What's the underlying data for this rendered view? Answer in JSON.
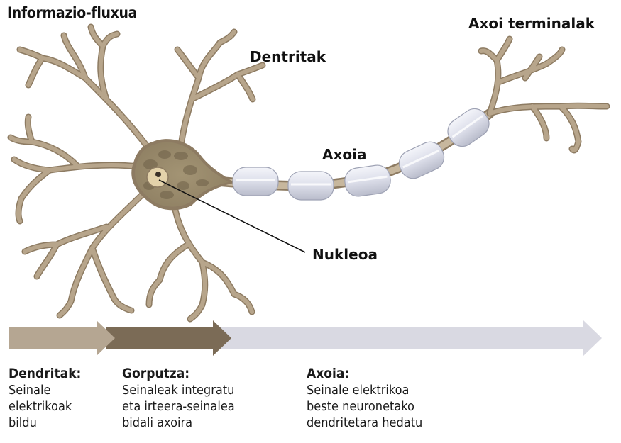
{
  "title": "Informazio-fluxua",
  "labels": {
    "dendrites": "Dentritak",
    "axon_terminals": "Axoi terminalak",
    "axon": "Axoia",
    "nucleus": "Nukleoa"
  },
  "flow_arrow_colors": {
    "dendrites": "#b5a692",
    "body": "#7b6b56",
    "axon": "#d9d9e2"
  },
  "captions": {
    "dendrites": {
      "heading": "Dendritak:",
      "lines": [
        "Seinale",
        "elektrikoak",
        "bildu"
      ]
    },
    "body": {
      "heading": "Gorputza:",
      "lines": [
        "Seinaleak integratu",
        "eta irteera-seinalea",
        "bidali axoira"
      ]
    },
    "axon": {
      "heading": "Axoia:",
      "lines": [
        "Seinale elektrikoa",
        "beste neuronetako",
        "dendritetara hedatu"
      ]
    }
  }
}
